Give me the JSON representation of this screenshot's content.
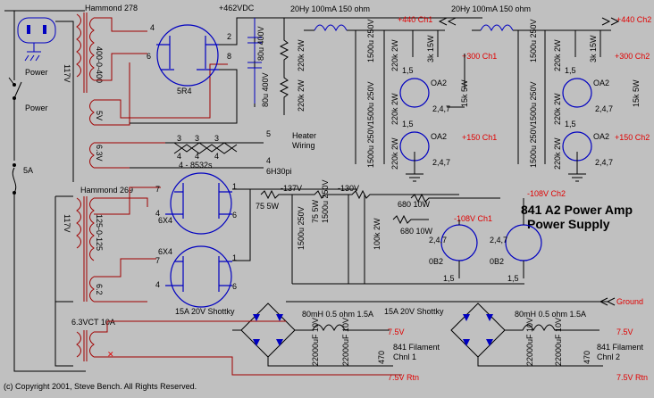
{
  "title_line1": "841 A2 Power Amp",
  "title_line2": "Power Supply",
  "copyright": "(c) Copyright 2001, Steve Bench. All Rights Reserved.",
  "labels": {
    "power1": "Power",
    "power2": "Power",
    "fuse": "5A",
    "hammond278": "Hammond 278",
    "hammond269": "Hammond 269",
    "v117_top": "117V",
    "v400": "400-0-400",
    "v5": "5V",
    "v63_top": "6.3V",
    "v117_bot": "117V",
    "v125": "125-0-125",
    "v62": "6.2",
    "v63ct": "6.3VCT 10A",
    "hv": "+462VDC",
    "rect1": "5R4",
    "rect2": "6X4",
    "rect3": "6X4",
    "choke1": "20Hy  100mA 150 ohm",
    "choke2": "20Hy  100mA 150 ohm",
    "cap80a": "80u 400V",
    "cap80b": "80u 400V",
    "r220a": "220k 2W",
    "r220b": "220k 2W",
    "c1500a": "1500u 250V",
    "c1500b": "1500u 250V",
    "c1500c": "1500u 250V",
    "r3k": "3k 15W",
    "r15k": "15k 5W",
    "oa2": "OA2",
    "pins15": "1,5",
    "pins247": "2,4,7",
    "heater": "Heater",
    "wiring": "Wiring",
    "tubes_8532": "4 - 8532s",
    "tubes_6h30": "6H30pi",
    "r75": "75 5W",
    "v137": "-137V",
    "v130": "-130V",
    "r680a": "680 10W",
    "r680b": "680 10W",
    "r75b": "75 5W",
    "r100k": "100k 2W",
    "ob2": "0B2",
    "shottky1": "15A 20V Shottky",
    "shottky2": "15A 20V Shottky",
    "choke_fil1": "80mH 0.5 ohm 1.5A",
    "choke_fil2": "80mH 0.5 ohm 1.5A",
    "c22000": "22000uF 10V",
    "r470": "470",
    "filament1": "841 Filament",
    "chnl1": "Chnl 1",
    "filament2": "841 Filament",
    "chnl2": "Chnl 2"
  },
  "rails": {
    "p440_ch1": "+440 Ch1",
    "p440_ch2": "+440 Ch2",
    "p300_ch1": "+300 Ch1",
    "p300_ch2": "+300 Ch2",
    "p150_ch1": "+150 Ch1",
    "p150_ch2": "+150 Ch2",
    "n108_ch2": "-108V Ch2",
    "n108_ch1": "-108V Ch1",
    "ground": "Ground",
    "v75_a": "7.5V",
    "v75_rtn_a": "7.5V Rtn",
    "v75_b": "7.5V",
    "v75_rtn_b": "7.5V Rtn"
  },
  "pin_nums": [
    "1",
    "2",
    "3",
    "4",
    "5",
    "6",
    "7",
    "8"
  ],
  "colors": {
    "wire": "#000000",
    "transformer": "#a00000",
    "tube": "#0000c0",
    "rail_text": "#e00000",
    "background": "#c0c0c0"
  }
}
